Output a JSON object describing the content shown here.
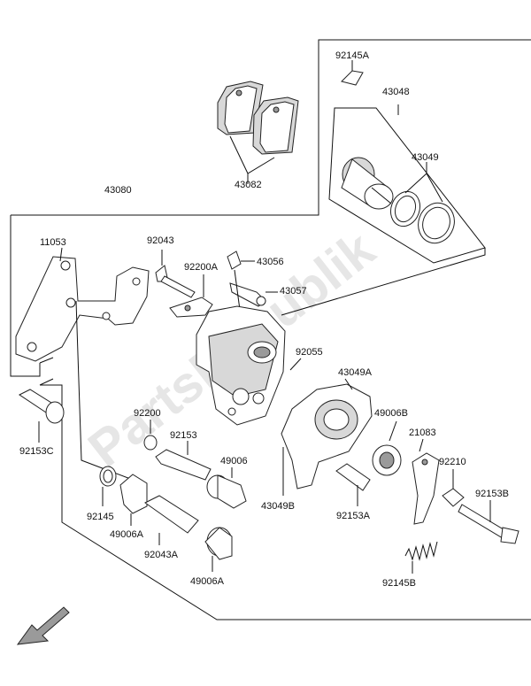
{
  "diagram": {
    "watermark": "PartsRepublik",
    "labels": {
      "p92145A": "92145A",
      "p43048": "43048",
      "p43049": "43049",
      "p43082": "43082",
      "p43080": "43080",
      "p11053": "11053",
      "p92043": "92043",
      "p92200A": "92200A",
      "p43056": "43056",
      "p43057": "43057",
      "p92055": "92055",
      "p43049A": "43049A",
      "p49006B": "49006B",
      "p21083": "21083",
      "p92210": "92210",
      "p92153B": "92153B",
      "p92200": "92200",
      "p92153": "92153",
      "p49006": "49006",
      "p43049B": "43049B",
      "p92153A": "92153A",
      "p92153C": "92153C",
      "p92145": "92145",
      "p49006A": "49006A",
      "p92043A": "92043A",
      "p49006A2": "49006A",
      "p92145B": "92145B"
    }
  }
}
